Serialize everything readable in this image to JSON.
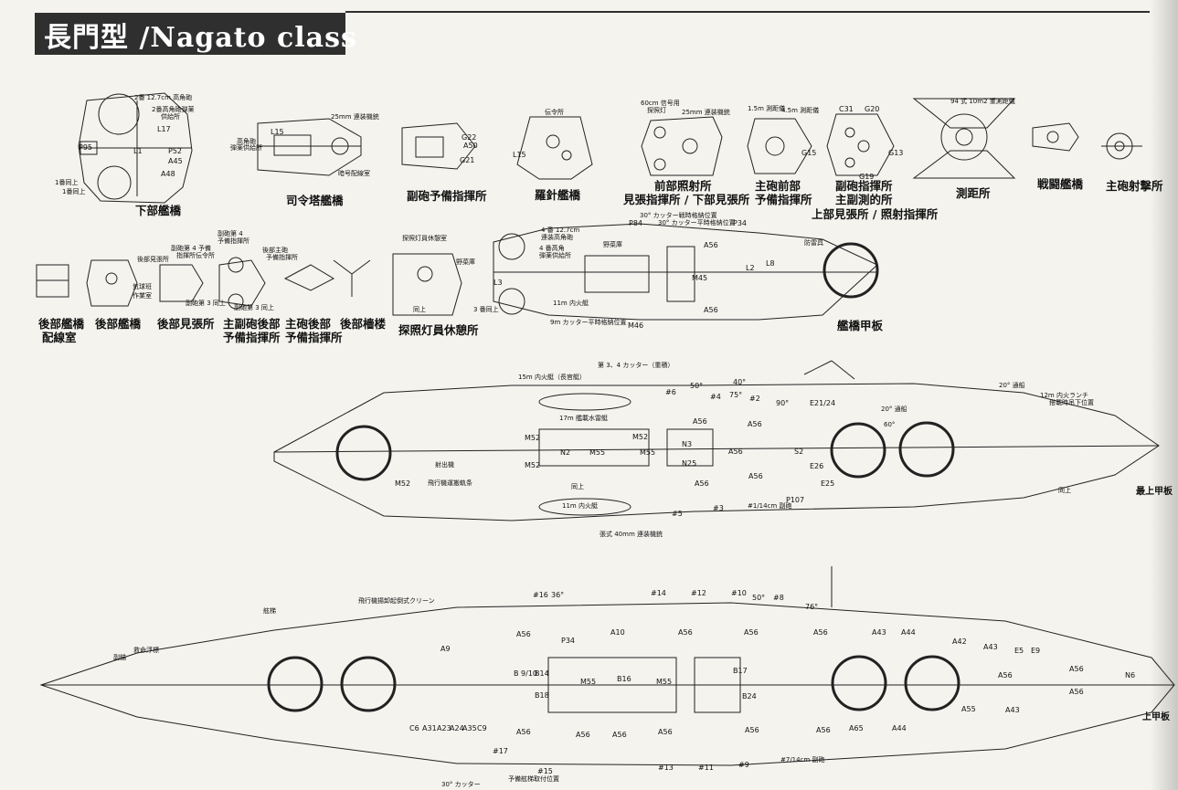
{
  "header": {
    "title": "長門型 /Nagato class"
  },
  "captions": {
    "lower_bridge": "下部艦橋",
    "conning_tower_bridge": "司令塔艦橋",
    "secondary_reserve_director": "副砲予備指揮所",
    "compass_bridge": "羅針艦橋",
    "forward_searchlight": [
      "前部照射所",
      "見張指揮所 / 下部見張所"
    ],
    "main_forward_reserve": [
      "主砲前部",
      "予備指揮所"
    ],
    "secondary_director": [
      "副砲指揮所",
      "主副測的所"
    ],
    "upper_lookout": "上部見張所 / 照射指揮所",
    "rangefinder": "測距所",
    "battle_bridge": "戦闘艦橋",
    "main_gun_director": "主砲射撃所",
    "aft_bridge_wiring": [
      "後部艦橋",
      "配線室"
    ],
    "aft_bridge": "後部艦橋",
    "aft_lookout": "後部見張所",
    "main_secondary_aft_reserve": [
      "主副砲後部",
      "予備指揮所"
    ],
    "main_aft_director": [
      "主砲後部",
      "予備指揮所"
    ],
    "aft_mast": "後部檣楼",
    "searchlight_crew_rest": "探照灯員休憩所",
    "bridge_deck": "艦橋甲板",
    "upper_deck_top": "最上甲板",
    "upper_deck": "上甲板"
  },
  "notes": {
    "n1": "2番 12.7cm 高角砲",
    "n2": "2番高角砲弾薬",
    "n3": "供給所",
    "n4": "1番同上",
    "n5": "1番同上",
    "n6": "25mm 連装機銃",
    "n7": "高角砲",
    "n8": "弾薬供給所",
    "n9": "暗号配線室",
    "n10": "伝令所",
    "n11": "60cm 信号用",
    "n12": "探照灯",
    "n13": "25mm 連装機銃",
    "n14": "1.5m 測距儀",
    "n15": "4.5m 測距儀",
    "n16": "94 式 10m2 重測距儀",
    "n17": "副砲第 4",
    "n18": "予備指揮所",
    "n19": "副砲第 4 予備",
    "n20": "指揮所伝令所",
    "n21": "後部見張所",
    "n22": "後部主砲",
    "n23": "予備指揮所",
    "n24": "気球班",
    "n25": "作業室",
    "n26": "副砲第 3 同上",
    "n27": "副砲第 3 同上",
    "n28": "探照灯員休憩室",
    "n29": "野菜庫",
    "n30": "同上",
    "n31": "4 番 12.7cm",
    "n32": "連装高角砲",
    "n33": "4 番高角",
    "n34": "弾薬供給所",
    "n35": "3 番同上",
    "n36": "11m 内火艇",
    "n37": "9m カッター平時格納位置",
    "n38": "30° カッター戦時格納位置",
    "n39": "30° カッター平時格納位置",
    "n40": "野菜庫",
    "n41": "防雷具",
    "n42": "第 3、4 カッター（重積）",
    "n43": "15m 内火艇（長官艇）",
    "n44": "17m 艦載水雷艇",
    "n45": "同上",
    "n46": "11m 内火艇",
    "n47": "射出機",
    "n48": "飛行機運搬軌条",
    "n49": "20° 通船",
    "n50": "12m 内火ランチ",
    "n51": "搭載時吊下位置",
    "n52": "20° 通船",
    "n53": "60°",
    "n54": "同上",
    "n55": "#1/14cm 副砲",
    "n56": "張式 40mm 連装機銃",
    "n57": "飛行機揚卸起倒式クリーン",
    "n58": "舷梯",
    "n59": "救命浮標",
    "n60": "副錨",
    "n61": "30° カッター",
    "n62": "予備舷梯取付位置",
    "n63": "#7/14cm 副砲"
  },
  "gun_marks": {
    "g16": "#16",
    "g14": "#14",
    "g12": "#12",
    "g10": "#10",
    "g8": "#8",
    "g17": "#17",
    "g15": "#15",
    "g13": "#13",
    "g11": "#11",
    "g9": "#9",
    "g6": "#6",
    "g4": "#4",
    "g2": "#2",
    "g5": "#5",
    "g3": "#3",
    "d36": "36°",
    "d50": "50°",
    "d76": "76°",
    "d40": "40°",
    "d75": "75°",
    "d90": "90°"
  },
  "compartments": {
    "a56": "A56",
    "a43": "A43",
    "a44": "A44",
    "a42": "A42",
    "a55": "A55",
    "a65": "A65",
    "a9": "A9",
    "a10": "A10",
    "p34": "P34",
    "b14": "B14",
    "b16": "B16",
    "b17": "B17",
    "b18": "B18",
    "b24": "B24",
    "b910": "B 9/10",
    "m55": "M55",
    "m52": "M52",
    "n2": "N2",
    "n3": "N3",
    "n25": "N25",
    "e5": "E5",
    "e9": "E9",
    "c6": "C6",
    "c9": "C9",
    "a31": "A31",
    "a23": "A23",
    "a24": "A24",
    "a35": "A35",
    "n6": "N6",
    "l17": "L17",
    "l1": "L1",
    "p52": "P52",
    "p95": "P95",
    "l15": "L15",
    "g22": "G22",
    "a50": "A50",
    "g21": "G21",
    "g15": "G15",
    "g13": "G13",
    "g19": "G19",
    "c31": "C31",
    "g20": "G20",
    "l3": "L3",
    "l2": "L2",
    "l8": "L8",
    "m45": "M45",
    "m46": "M46",
    "e21": "E21/24",
    "e25": "E25",
    "e26": "E26",
    "p107": "P107",
    "s2": "S2",
    "a45": "A45",
    "a48": "A48",
    "p84": "P84",
    "p34b": "P34"
  }
}
